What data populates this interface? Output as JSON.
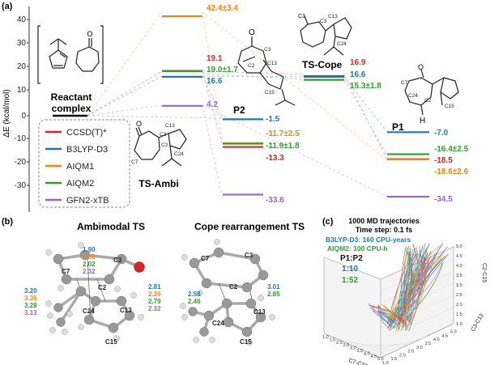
{
  "panel_a": {
    "label": "(a)",
    "y_axis_label": "ΔE (kcal/mol)",
    "y_ticks": [
      "40",
      "30",
      "20",
      "10",
      "0",
      "-10",
      "-20",
      "-30"
    ],
    "reactant_label_line1": "Reactant",
    "reactant_label_line2": "complex",
    "ts_ambi_label": "TS-Ambi",
    "ts_cope_label": "TS-Cope",
    "p2_label": "P2",
    "p1_label": "P1",
    "legend": [
      {
        "name": "CCSD(T)*",
        "color": "#d62728"
      },
      {
        "name": "B3LYP-D3",
        "color": "#1f77b4"
      },
      {
        "name": "AIQM1",
        "color": "#ff7f0e"
      },
      {
        "name": "AIQM2",
        "color": "#2ca02c"
      },
      {
        "name": "GFN2-xTB",
        "color": "#9467bd"
      }
    ],
    "energies": {
      "ts_ambi": {
        "aiqm1": "42.4±3.4",
        "ccsd": "19.1",
        "aiqm2": "19.0±1.7",
        "b3lyp": "16.6",
        "gfn2": "4.2"
      },
      "p2": {
        "b3lyp": "-1.5",
        "aiqm1": "-11.7±2.5",
        "aiqm2": "-11.9±1.8",
        "ccsd": "-13.3",
        "gfn2": "-33.6"
      },
      "ts_cope": {
        "ccsd": "16.9",
        "b3lyp": "16.6",
        "aiqm2": "15.3±1.8"
      },
      "p1": {
        "b3lyp": "-7.0",
        "aiqm2": "-16.4±2.5",
        "ccsd": "-18.5",
        "aiqm1": "-18.6±2.6",
        "gfn2": "-34.5"
      }
    },
    "atom_labels": {
      "ts_ambi": [
        "C3",
        "C13",
        "C2",
        "C7",
        "C24"
      ],
      "p2": [
        "C3",
        "C2",
        "C13",
        "C15"
      ],
      "ts_cope": [
        "C3",
        "C13",
        "C24"
      ],
      "p1": [
        "C7",
        "C24",
        "C2",
        "C15",
        "H"
      ]
    }
  },
  "panel_b": {
    "label": "(b)",
    "ambi_title": "Ambimodal TS",
    "cope_title": "Cope rearrangement TS",
    "ambi_top": [
      "1.90",
      "1.88",
      "2.02",
      "2.32"
    ],
    "ambi_left": [
      "3.20",
      "3.36",
      "3.28",
      "3.13"
    ],
    "ambi_right": [
      "2.81",
      "2.26",
      "2.79",
      "2.32"
    ],
    "ambi_atoms": [
      "C7",
      "C3",
      "C2",
      "C24",
      "C13",
      "C15"
    ],
    "cope_left": [
      "2.58",
      "2.46"
    ],
    "cope_right": [
      "3.01",
      "2.85"
    ],
    "cope_atoms": [
      "C7",
      "C3",
      "C2",
      "C24",
      "C13",
      "C15"
    ]
  },
  "panel_c": {
    "label": "(c)",
    "title_line1": "1000 MD trajectories",
    "title_line2": "Time step: 0.1 fs",
    "b3lyp_cost": "B3LYP-D3: 160 CPU-years",
    "aiqm2_cost": "AIQM2: 100 CPU-h",
    "ratio_label": "P1:P2",
    "ratio_b3lyp": "1:10",
    "ratio_aiqm2": "1:52",
    "x_axis": "C7-C24",
    "y_axis": "C3-C13",
    "z_axis": "C2-C15",
    "ticks": [
      "1.0",
      "1.5",
      "2.0",
      "2.5",
      "3.0",
      "3.5",
      "4.0",
      "4.5",
      "5.0"
    ]
  },
  "colors": {
    "ccsd": "#d62728",
    "b3lyp": "#1f77b4",
    "aiqm1": "#ff7f0e",
    "aiqm2": "#2ca02c",
    "gfn2": "#9467bd"
  }
}
